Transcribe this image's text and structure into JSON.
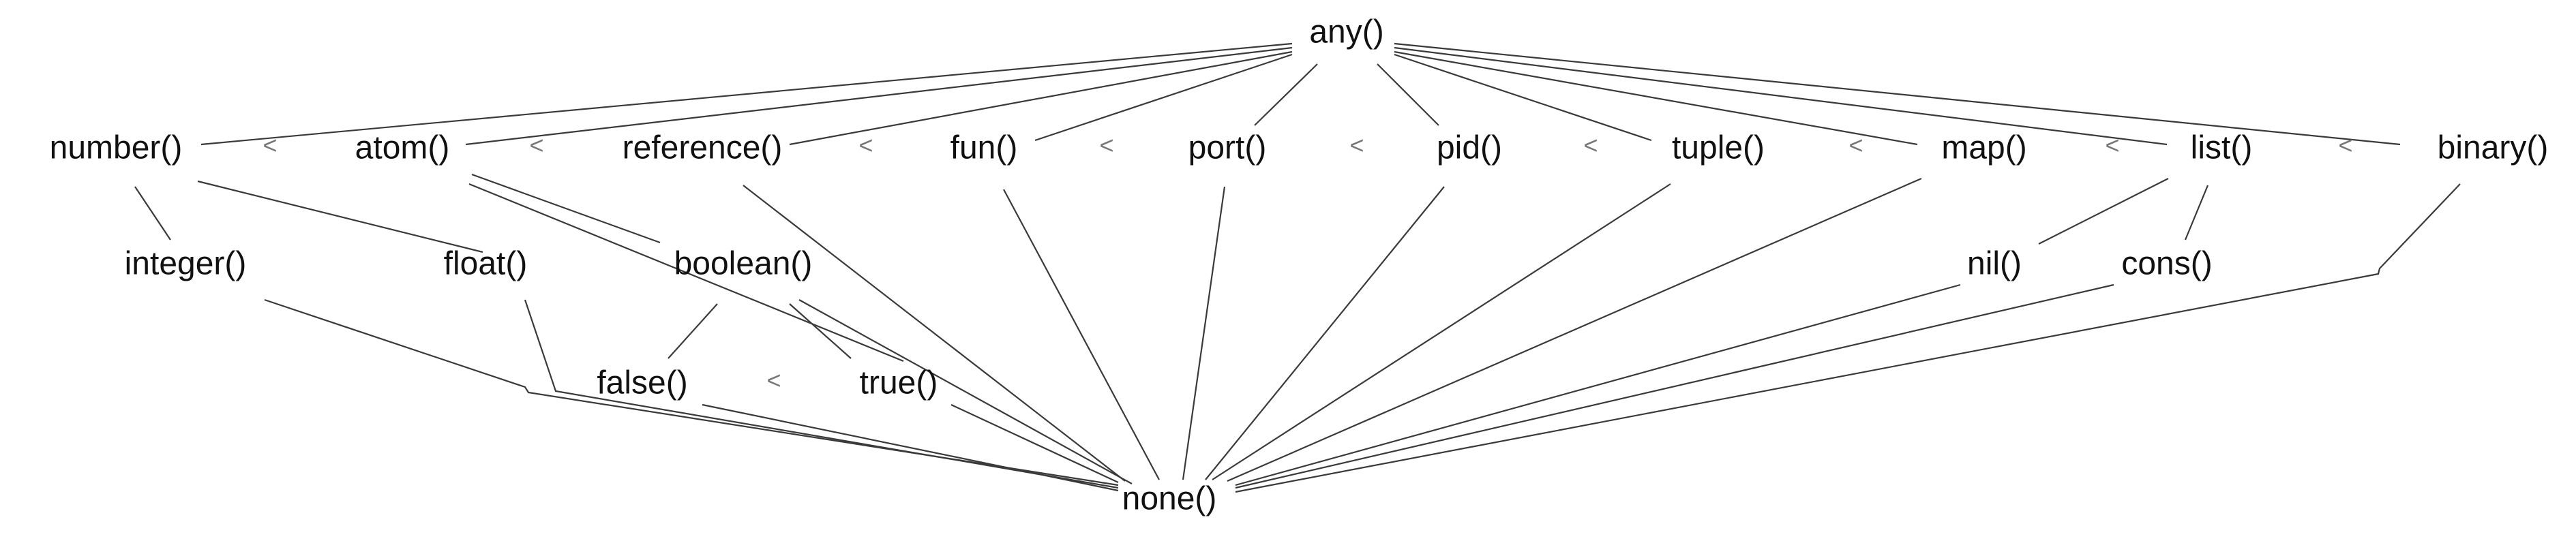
{
  "nodes": {
    "any": "any()",
    "number": "number()",
    "atom": "atom()",
    "reference": "reference()",
    "fun": "fun()",
    "port": "port()",
    "pid": "pid()",
    "tuple": "tuple()",
    "map": "map()",
    "list": "list()",
    "binary": "binary()",
    "integer": "integer()",
    "float": "float()",
    "boolean": "boolean()",
    "nil": "nil()",
    "cons": "cons()",
    "false": "false()",
    "true": "true()",
    "none": "none()"
  },
  "order_symbol": "<",
  "edges": [
    [
      "any",
      "number"
    ],
    [
      "any",
      "atom"
    ],
    [
      "any",
      "reference"
    ],
    [
      "any",
      "fun"
    ],
    [
      "any",
      "port"
    ],
    [
      "any",
      "pid"
    ],
    [
      "any",
      "tuple"
    ],
    [
      "any",
      "map"
    ],
    [
      "any",
      "list"
    ],
    [
      "any",
      "binary"
    ],
    [
      "number",
      "integer"
    ],
    [
      "number",
      "float"
    ],
    [
      "atom",
      "boolean"
    ],
    [
      "atom",
      "true"
    ],
    [
      "boolean",
      "false"
    ],
    [
      "boolean",
      "true"
    ],
    [
      "boolean",
      "none"
    ],
    [
      "list",
      "nil"
    ],
    [
      "list",
      "cons"
    ],
    [
      "integer",
      "none"
    ],
    [
      "float",
      "none"
    ],
    [
      "false",
      "none"
    ],
    [
      "true",
      "none"
    ],
    [
      "reference",
      "none"
    ],
    [
      "fun",
      "none"
    ],
    [
      "port",
      "none"
    ],
    [
      "pid",
      "none"
    ],
    [
      "tuple",
      "none"
    ],
    [
      "map",
      "none"
    ],
    [
      "nil",
      "none"
    ],
    [
      "cons",
      "none"
    ],
    [
      "binary",
      "none"
    ]
  ]
}
